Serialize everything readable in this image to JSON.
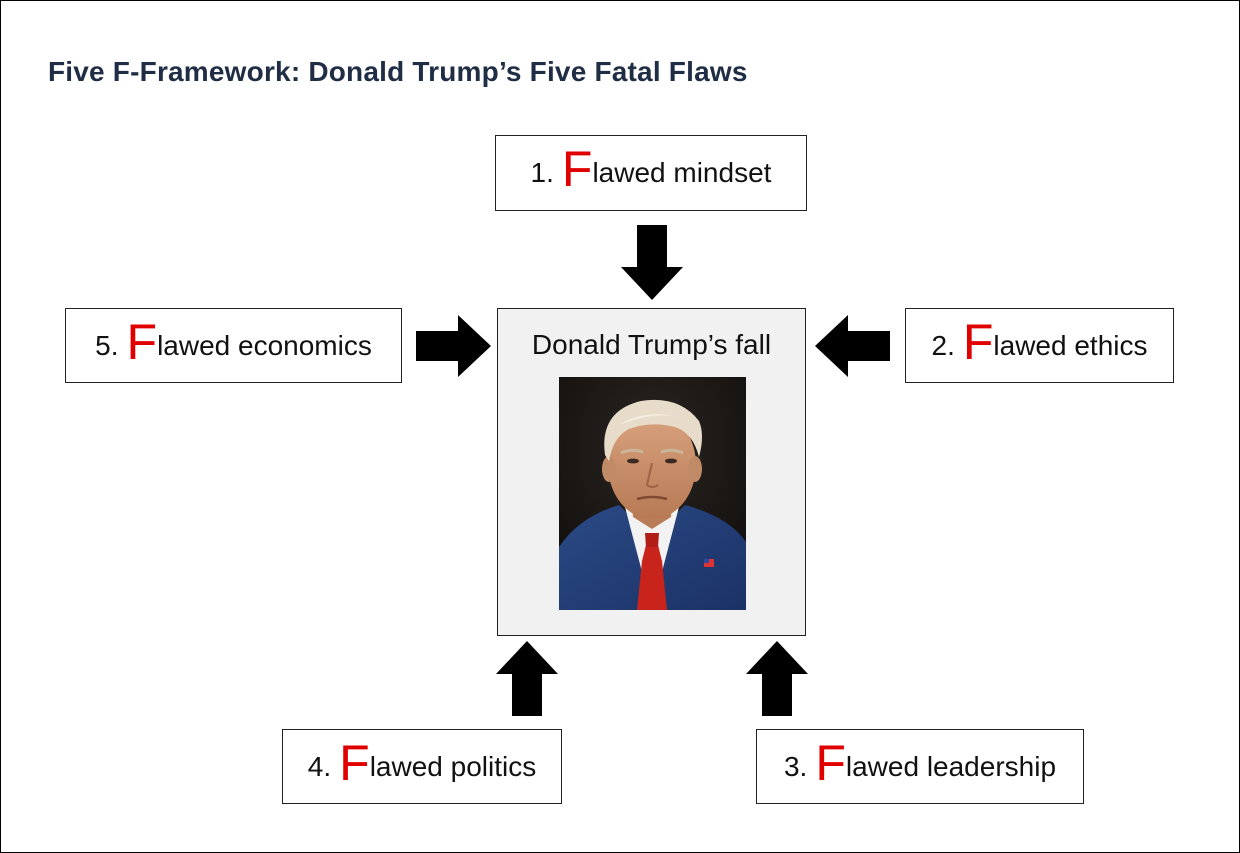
{
  "title": "Five F-Framework: Donald Trump’s Five Fatal Flaws",
  "center": {
    "label": "Donald Trump’s fall",
    "image_icon": "portrait-photo"
  },
  "flaws": [
    {
      "num": "1.",
      "letter": "F",
      "rest": "lawed mindset"
    },
    {
      "num": "2.",
      "letter": "F",
      "rest": "lawed ethics"
    },
    {
      "num": "3.",
      "letter": "F",
      "rest": "lawed leadership"
    },
    {
      "num": "4.",
      "letter": "F",
      "rest": "lawed politics"
    },
    {
      "num": "5.",
      "letter": "F",
      "rest": "lawed economics"
    }
  ],
  "colors": {
    "title": "#1f2d45",
    "accent_letter": "#e00000",
    "arrow": "#000000",
    "center_fill": "#f1f1f1"
  }
}
